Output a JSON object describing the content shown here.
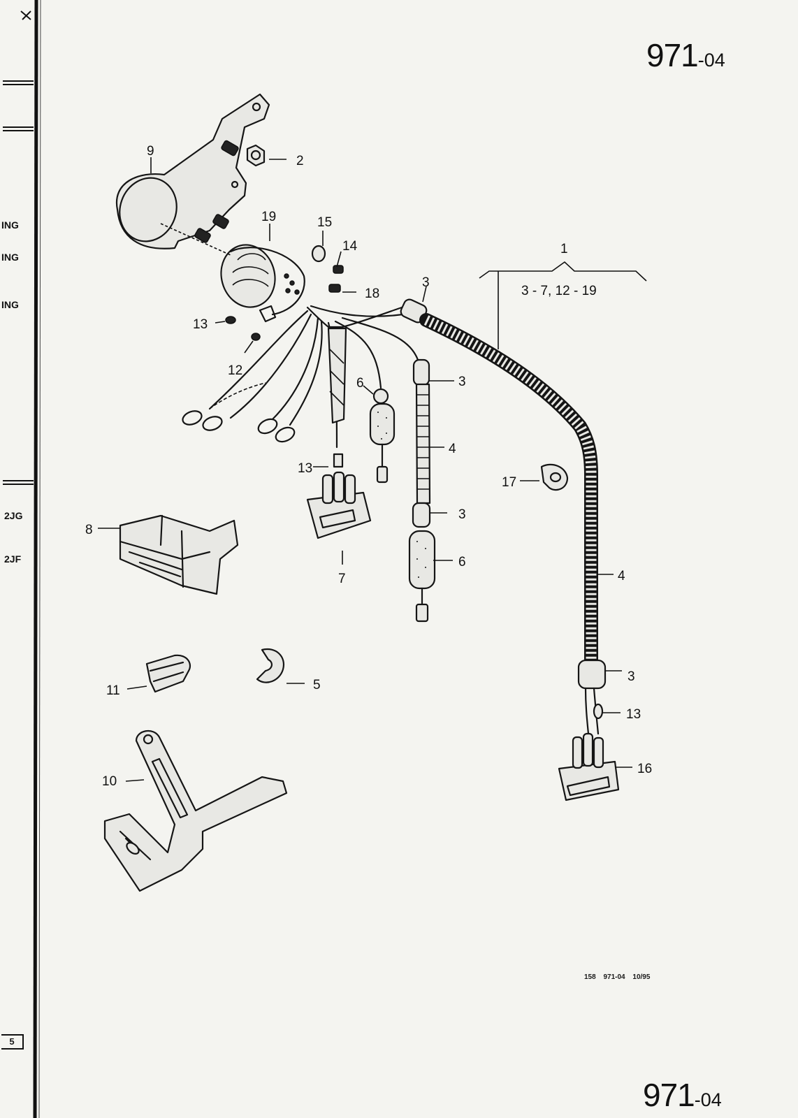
{
  "header": {
    "page_number_main": "971",
    "page_number_suffix": "-04"
  },
  "footer": {
    "page_number_main": "971",
    "page_number_suffix": "-04",
    "print_code": "158 971-04 10/95",
    "box_label": "5"
  },
  "margin": {
    "labels": [
      "ING",
      "ING",
      "ING",
      "2JG",
      "2JF"
    ]
  },
  "callouts": {
    "c1": "1",
    "c1_range": "3 - 7, 12 - 19",
    "c2": "2",
    "c3a": "3",
    "c3b": "3",
    "c3c": "3",
    "c3d": "3",
    "c4a": "4",
    "c4b": "4",
    "c5": "5",
    "c6a": "6",
    "c6b": "6",
    "c7": "7",
    "c8": "8",
    "c9": "9",
    "c10": "10",
    "c11": "11",
    "c12": "12",
    "c13a": "13",
    "c13b": "13",
    "c13c": "13",
    "c14": "14",
    "c15": "15",
    "c16": "16",
    "c17": "17",
    "c18": "18",
    "c19": "19"
  }
}
